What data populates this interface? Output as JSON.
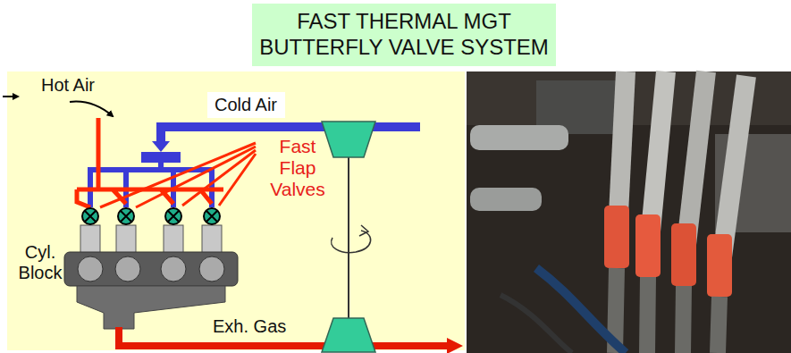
{
  "diagram": {
    "title": "FAST THERMAL MGT BUTTERFLY VALVE SYSTEM",
    "nodes": [
      {
        "text": [
          "Cold Air"
        ]
      }
    ],
    "labels": [
      "Hot Air",
      "Fast Flap Valves",
      "Cyl. Block",
      "Exh. Gas"
    ]
  }
}
